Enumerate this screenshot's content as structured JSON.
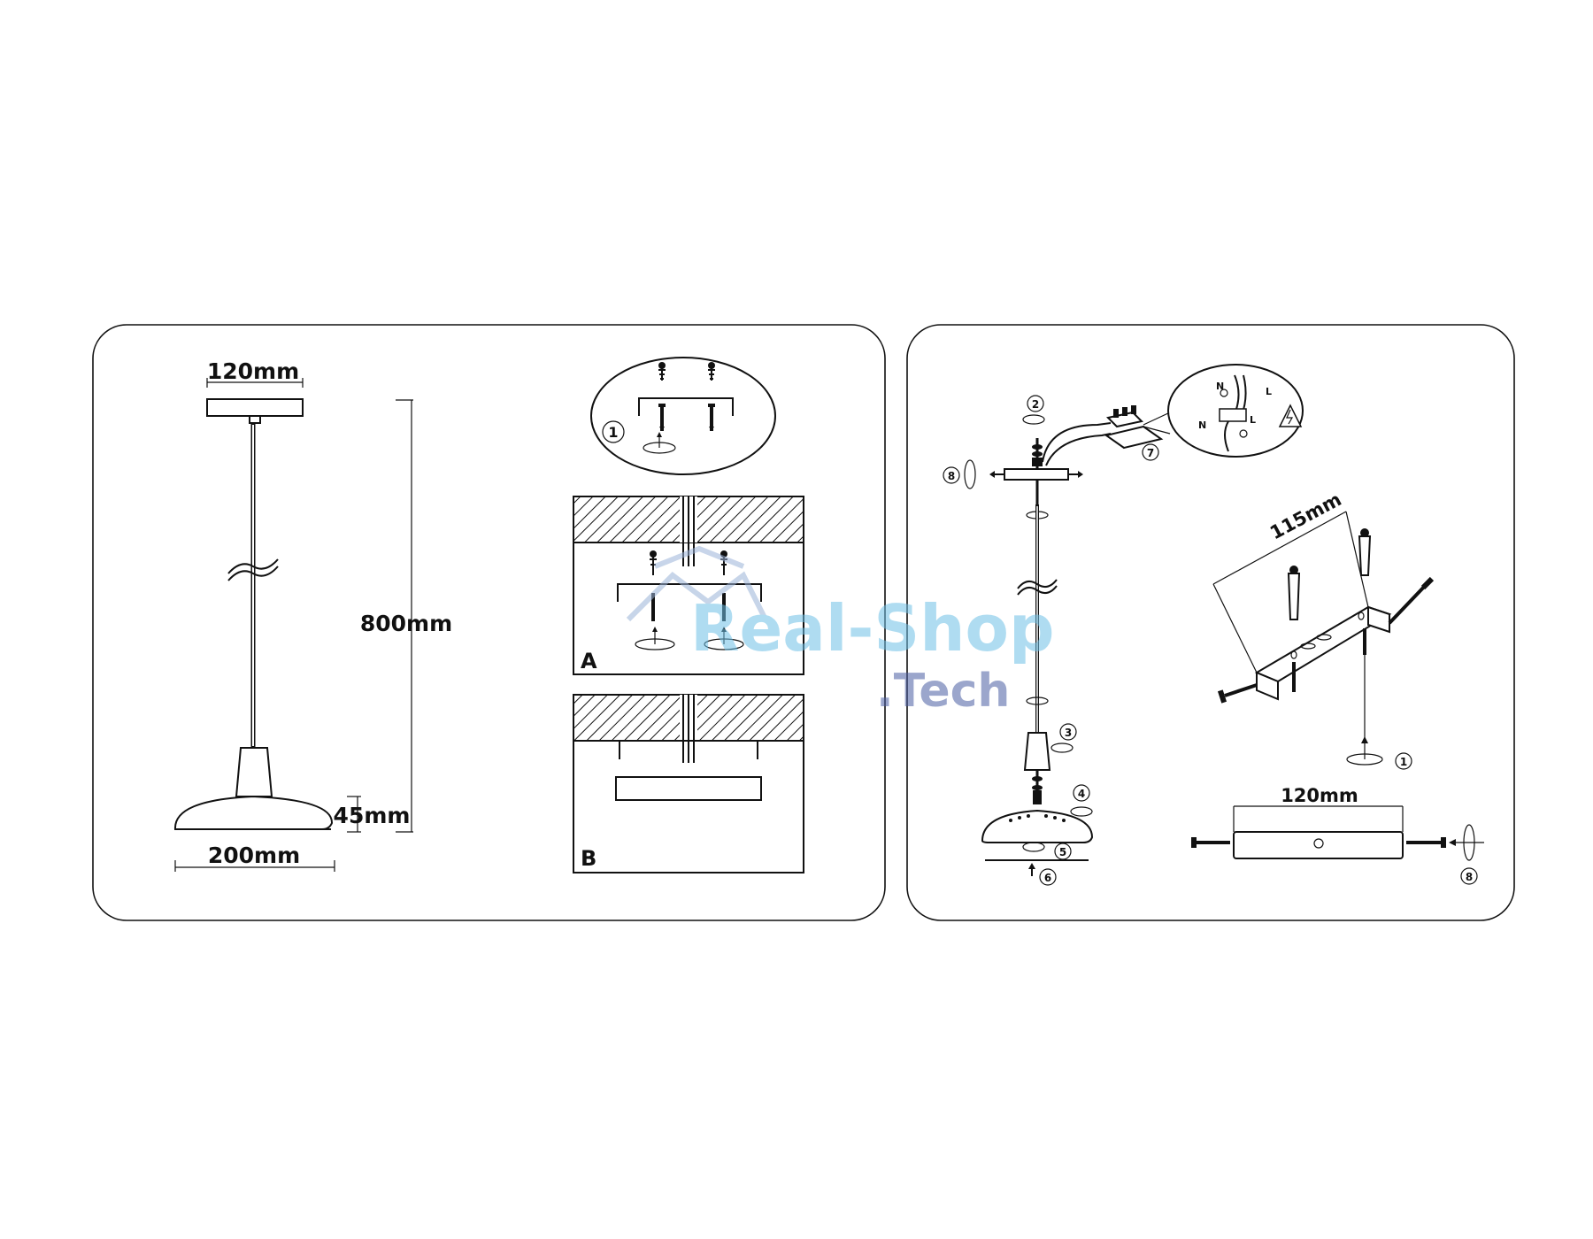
{
  "left_panel": {
    "dim_canopy": "120mm",
    "dim_height": "800mm",
    "dim_shade_height": "45mm",
    "dim_shade_width": "200mm",
    "detail_a_label": "A",
    "detail_b_label": "B",
    "step_circle_1": "①"
  },
  "right_panel": {
    "steps": [
      "②",
      "⑧",
      "⑦",
      "③",
      "④",
      "⑤",
      "⑥",
      "①",
      "⑧"
    ],
    "wire_n": "N",
    "wire_l": "L",
    "dim_bracket_spacing": "115mm",
    "dim_bracket_length": "120mm"
  },
  "watermark": {
    "line1": "Real-Shop",
    "line2": ".Tech"
  }
}
